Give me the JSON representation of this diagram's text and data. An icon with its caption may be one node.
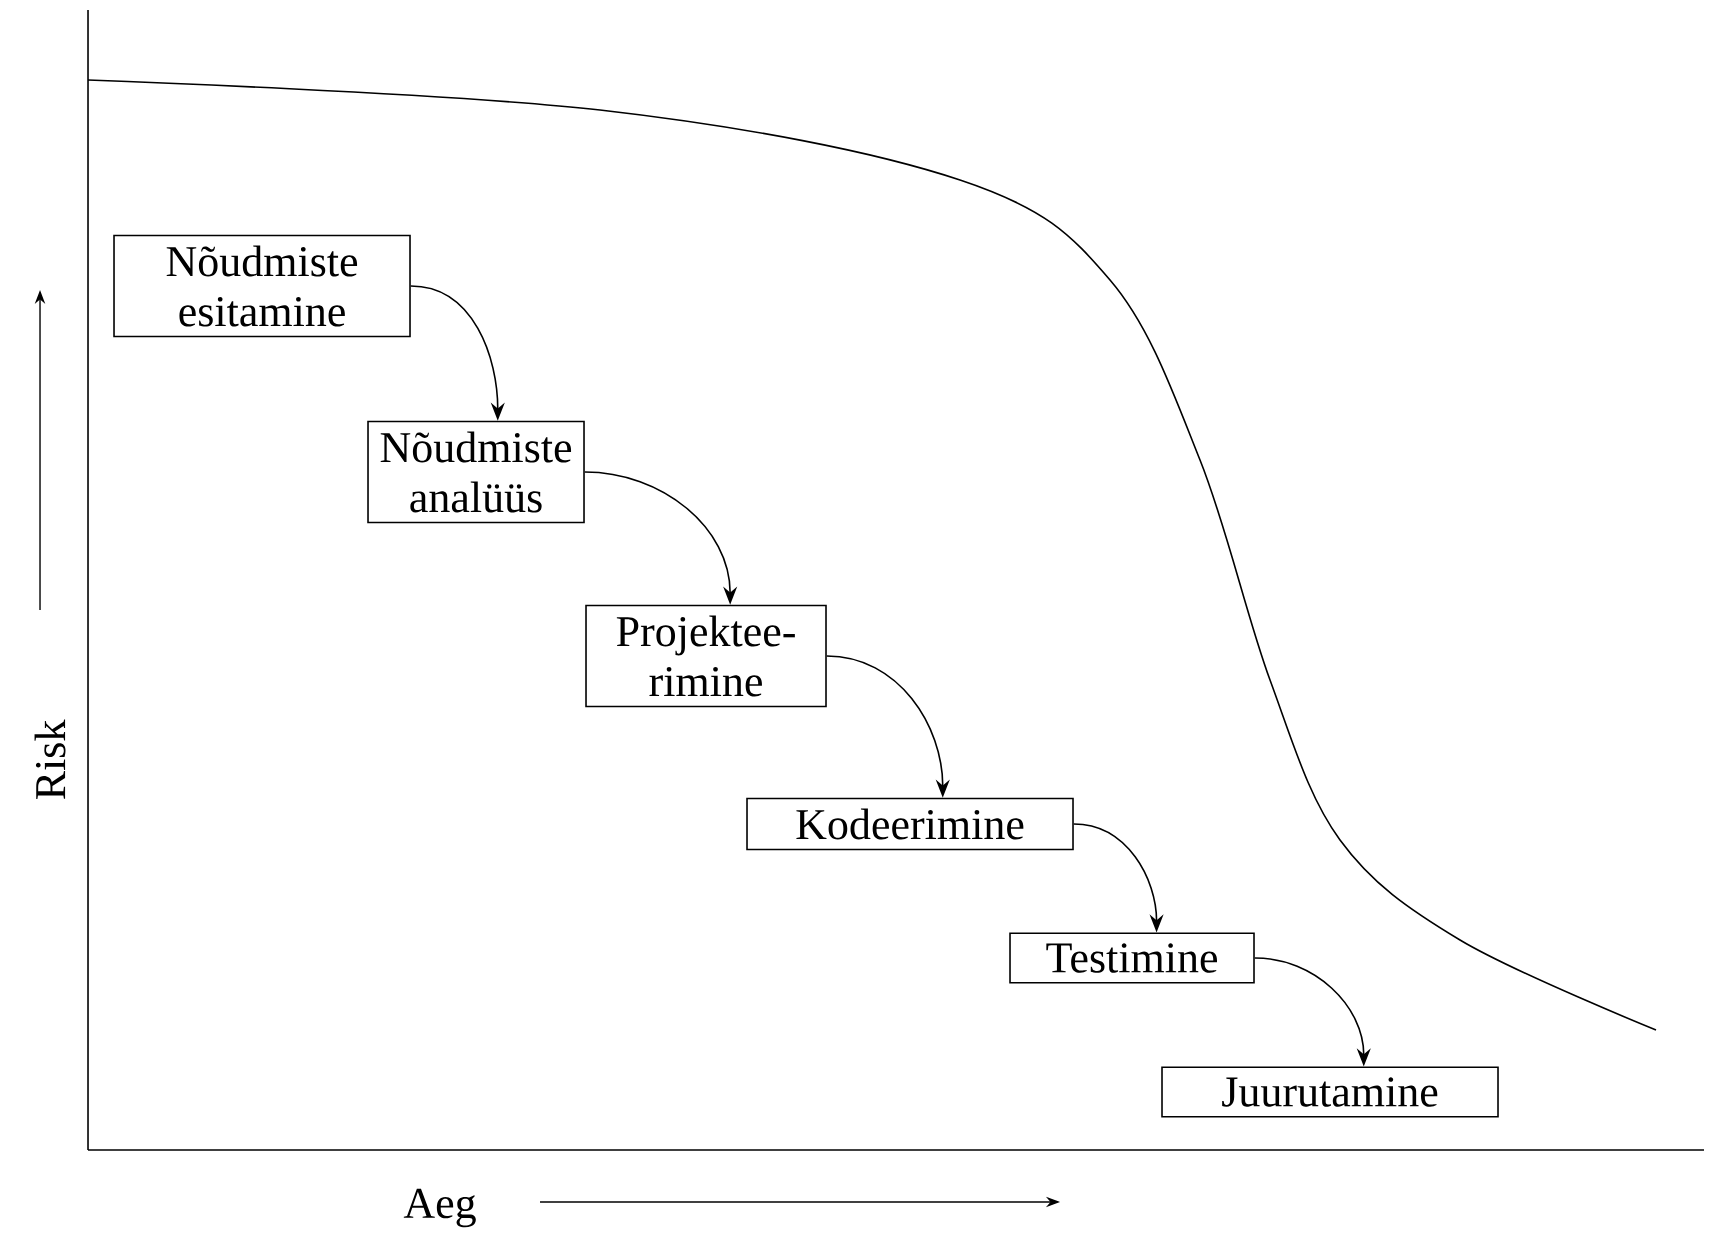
{
  "diagram": {
    "nodes": [
      {
        "text": [
          "Nõudmiste esitamine"
        ]
      },
      {
        "text": [
          "Nõudmiste analüüs"
        ]
      },
      {
        "text": [
          "Projektee- rimine"
        ]
      },
      {
        "text": [
          "Kodeerimine"
        ]
      },
      {
        "text": [
          "Testimine"
        ]
      },
      {
        "text": [
          "Juurutamine"
        ]
      }
    ],
    "edges": [
      {
        "from": 0,
        "to": 1,
        "arrow": "to"
      },
      {
        "from": 1,
        "to": 2,
        "arrow": "to"
      },
      {
        "from": 2,
        "to": 3,
        "arrow": "to"
      },
      {
        "from": 3,
        "to": 4,
        "arrow": "to"
      },
      {
        "from": 4,
        "to": 5,
        "arrow": "to"
      }
    ],
    "labels": [
      "Risk",
      "Aeg"
    ]
  }
}
